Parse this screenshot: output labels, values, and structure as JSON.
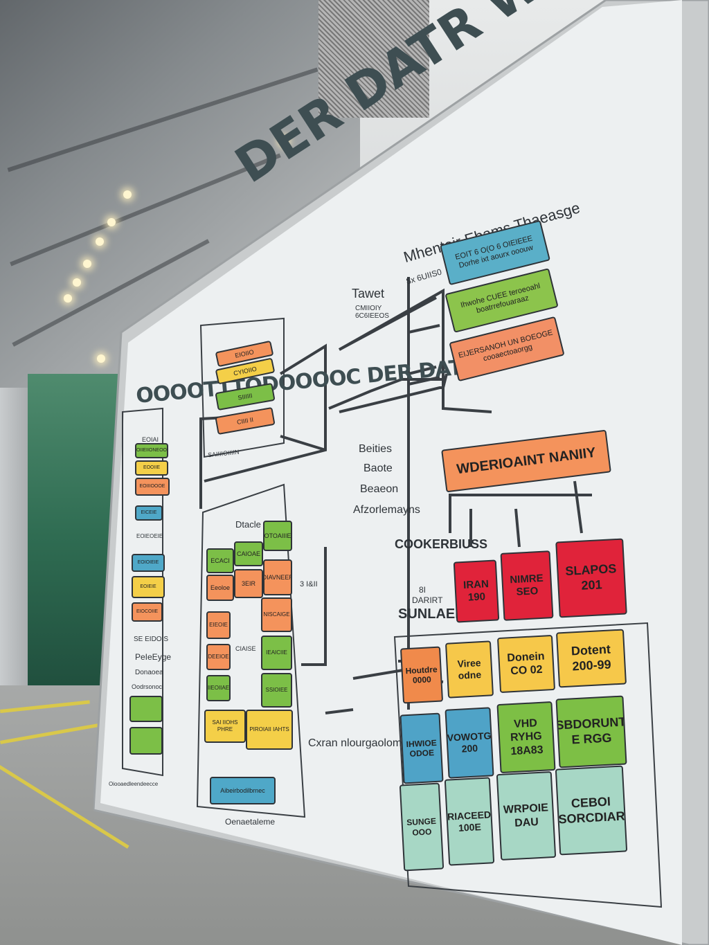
{
  "board": {
    "title": "DER DATR WAREHOUSE",
    "subtitle": "OOOOTTTODOOOOC DER DATR",
    "top_right_heading": "Mhentoir Ebams Thaeasge",
    "top_right_sub": "8x 6UIIS0",
    "target_label": "Tawet",
    "target_sub": "CMIIOIY 6C6IEEOS",
    "middle_labels": [
      "Beities",
      "Baote",
      "Beaeon",
      "Afzorlemayns"
    ],
    "warehouse_banner": "WDERIOAINT NANIIY",
    "cluster_heading": "COOKERBIUSS",
    "cluster_sub1": "8I",
    "cluster_sub2": "DARIRT",
    "cluster_heading2": "SUNLAEDS",
    "red_boxes": [
      {
        "l1": "IRAN",
        "l2": "190"
      },
      {
        "l1": "NIMRE",
        "l2": "SEO"
      },
      {
        "l1": "SLAPOS",
        "l2": "201"
      }
    ],
    "grid": [
      [
        {
          "l1": "Houtdre",
          "l2": "0000",
          "c": "#f08a4b"
        },
        {
          "l1": "Viree",
          "l2": "odne",
          "c": "#f6c84a"
        },
        {
          "l1": "Donein",
          "l2": "CO 02",
          "c": "#f6c84a"
        },
        {
          "l1": "Dotent",
          "l2": "200-99",
          "c": "#f6c84a"
        }
      ],
      [
        {
          "l1": "IHWIOE",
          "l2": "ODOE",
          "c": "#4fa3c7"
        },
        {
          "l1": "VOWOTG",
          "l2": "200",
          "c": "#4fa3c7"
        },
        {
          "l1": "VHD RYHG",
          "l2": "18A83",
          "c": "#7dbf45"
        },
        {
          "l1": "SBDORUNT",
          "l2": "E RGG",
          "c": "#7dbf45"
        }
      ],
      [
        {
          "l1": "SUNGE",
          "l2": "OOO",
          "c": "#a7d7c5"
        },
        {
          "l1": "RIACEED",
          "l2": "100E",
          "c": "#a7d7c5"
        },
        {
          "l1": "WRPOIE",
          "l2": "DAU",
          "c": "#a7d7c5"
        },
        {
          "l1": "CEBOI",
          "l2": "SORCDIAR",
          "c": "#a7d7c5"
        }
      ]
    ],
    "right_top_boxes": [
      {
        "text": "EOIT 6 O(O 6 OIEIEEE Dorhe ixt aourx ooouw",
        "c": "#5aafc8"
      },
      {
        "text": "Ihwohe CUEE teroeoahl boatrrefouaraaz",
        "c": "#8cc44c"
      },
      {
        "text": "EIJERSANOH UN BOEOGE cooaectoaorgg",
        "c": "#f29066"
      }
    ],
    "center_stack": [
      "EIOIIO",
      "CYIOIIO",
      "SIIIIII",
      "CIIII II",
      "SAIIIIOIIIIN"
    ],
    "center_table_heading": "Dtacle",
    "center_table": [
      [
        "ECACI",
        "CAIOAE",
        "OTOAIIIE"
      ],
      [
        "Eeoloe",
        "3EIR",
        "OIAVNEER"
      ]
    ],
    "center_mid_label": "CIAISE",
    "center_right_cells": [
      "NISCAIGE",
      "IEAICIIE",
      "SSIOIEE"
    ],
    "center_left_cells": [
      "EIEOIE",
      "DEEIOE",
      "IIEOIIAE"
    ],
    "center_bottom": [
      "SAI IIOHS PHRE",
      "PIROIAII IAHTS"
    ],
    "center_footer": "Aibeirbodilbrnec",
    "center_caption": "Oenaetaleme",
    "side_label": "3 I&II",
    "left_column": [
      "EOIAI",
      "EOIIEIIONEOOS",
      "EOOIIE",
      "EOIIIOOOE",
      "EICEIE",
      "EOIEOEIE",
      "EOIOIEIE",
      "EOIEIE",
      "EIOCOIIE"
    ],
    "left_mid_labels": [
      "SE EIDOIS",
      "PeIeEyge",
      "Donaoea",
      "Oodrsonoc"
    ],
    "left_footer": "Oiooaedleendeecce",
    "bottom_right_caption": "Cxran nlourgaolom"
  },
  "colors": {
    "board": "#edf0f1",
    "ink": "#2e3338",
    "red": "#e0233a",
    "orange": "#f4935c",
    "yellow": "#f4cf48",
    "green": "#7cbf47",
    "blue": "#4fa8c8",
    "mint": "#a9d8c6"
  }
}
